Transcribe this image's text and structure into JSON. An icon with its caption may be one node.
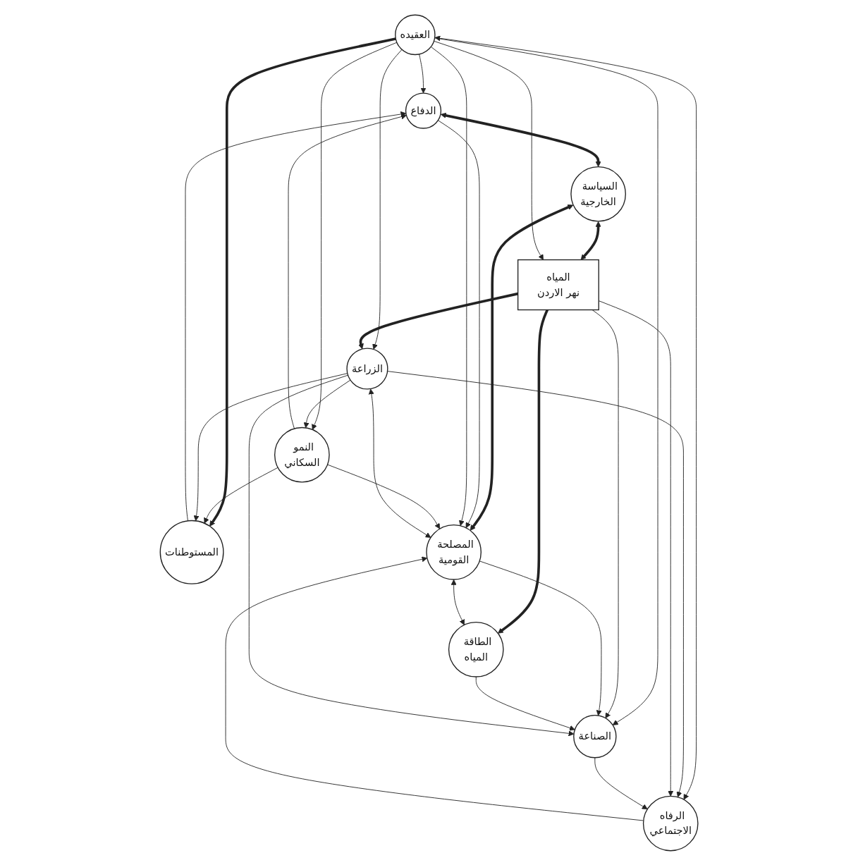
{
  "diagram": {
    "nodes": [
      {
        "text": [
          "السياسة الخارجية"
        ]
      },
      {
        "text": [
          "الدفاع"
        ]
      },
      {
        "text": [
          "المستوطنات"
        ]
      },
      {
        "text": [
          "العقيده"
        ]
      },
      {
        "text": [
          "النمو السكاني"
        ]
      },
      {
        "text": [
          "المصلحة القومية"
        ]
      },
      {
        "text": [
          "الرفاه الاجتماعي"
        ]
      },
      {
        "text": [
          "الطاقة المياه"
        ]
      },
      {
        "text": [
          "الزراعة"
        ]
      },
      {
        "text": [
          "المياه",
          "نهر الاردن"
        ]
      },
      {
        "text": [
          "الصناعة"
        ]
      }
    ],
    "edges": [
      {
        "from": 1,
        "to": 0,
        "arrow": "both",
        "style": "thick"
      },
      {
        "from": 0,
        "to": 9,
        "arrow": "both",
        "style": "thick"
      },
      {
        "from": 0,
        "to": 5,
        "arrow": "both",
        "style": "thick"
      },
      {
        "from": 2,
        "to": 1,
        "arrow": "to"
      },
      {
        "from": 4,
        "to": 1,
        "arrow": "to"
      },
      {
        "from": 3,
        "to": 1,
        "arrow": "to"
      },
      {
        "from": 1,
        "to": 5,
        "arrow": "to"
      },
      {
        "from": 3,
        "to": 2,
        "arrow": "to",
        "style": "thick"
      },
      {
        "from": 4,
        "to": 2,
        "arrow": "to"
      },
      {
        "from": 3,
        "to": 4,
        "arrow": "to"
      },
      {
        "from": 3,
        "to": 5,
        "arrow": "to"
      },
      {
        "from": 3,
        "to": 6,
        "arrow": "both"
      },
      {
        "from": 3,
        "to": 8,
        "arrow": "to"
      },
      {
        "from": 3,
        "to": 9,
        "arrow": "to"
      },
      {
        "from": 3,
        "to": 10,
        "arrow": "to"
      },
      {
        "from": 4,
        "to": 5,
        "arrow": "to"
      },
      {
        "from": 6,
        "to": 5,
        "arrow": "to"
      },
      {
        "from": 8,
        "to": 5,
        "arrow": "both"
      },
      {
        "from": 8,
        "to": 6,
        "arrow": "to"
      },
      {
        "from": 8,
        "to": 4,
        "arrow": "to"
      },
      {
        "from": 8,
        "to": 2,
        "arrow": "to"
      },
      {
        "from": 9,
        "to": 8,
        "arrow": "to",
        "style": "thick"
      },
      {
        "from": 9,
        "to": 6,
        "arrow": "to"
      },
      {
        "from": 9,
        "to": 10,
        "arrow": "to"
      },
      {
        "from": 9,
        "to": 7,
        "arrow": "to",
        "style": "thick"
      },
      {
        "from": 5,
        "to": 10,
        "arrow": "to"
      },
      {
        "from": 5,
        "to": 7,
        "arrow": "both"
      },
      {
        "from": 7,
        "to": 10,
        "arrow": "to"
      },
      {
        "from": 8,
        "to": 10,
        "arrow": "to"
      },
      {
        "from": 10,
        "to": 6,
        "arrow": "to"
      }
    ]
  }
}
